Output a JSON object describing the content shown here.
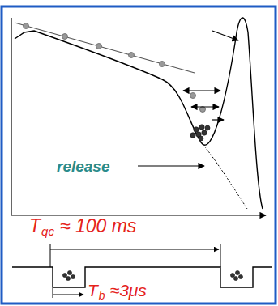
{
  "diagram": {
    "labels": [
      "release",
      "T",
      "qc",
      "≈ 100 ms",
      "T",
      "b",
      "≈3μs"
    ]
  }
}
